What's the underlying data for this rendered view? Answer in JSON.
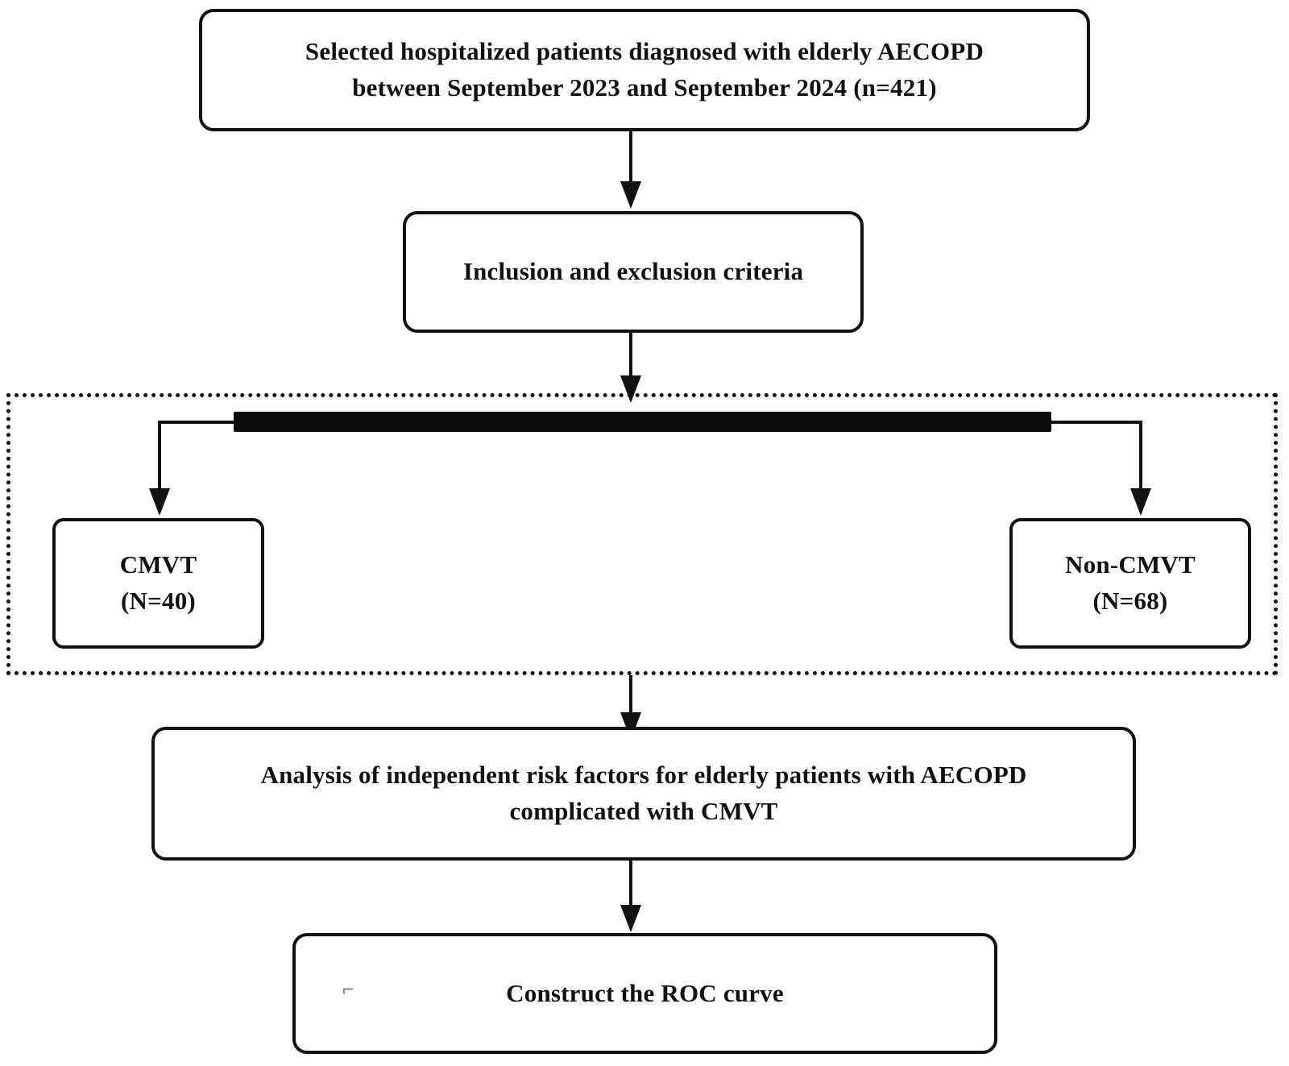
{
  "figure": {
    "type": "flowchart",
    "orientation": "top-to-bottom",
    "title": "Study enrollment and analysis flow diagram",
    "background_color": "#ffffff",
    "line_color": "#111111"
  },
  "nodes": {
    "cohort": {
      "id": "cohort",
      "shape": "rounded-rectangle",
      "text": "Selected hospitalized patients diagnosed with elderly AECOPD\nbetween September 2023 and September 2024 (n=421)",
      "count_label": "n=421",
      "count": 421
    },
    "criteria": {
      "id": "criteria",
      "shape": "rounded-rectangle",
      "text": "Inclusion and exclusion criteria"
    },
    "cmvt": {
      "id": "cmvt",
      "shape": "rounded-rectangle",
      "text": "CMVT\n(N=40)",
      "group_name": "CMVT",
      "count_label": "(N=40)",
      "count": 40
    },
    "non_cmvt": {
      "id": "non-cmvt",
      "shape": "rounded-rectangle",
      "text": "Non-CMVT\n(N=68)",
      "group_name": "Non-CMVT",
      "count_label": "(N=68)",
      "count": 68
    },
    "analysis": {
      "id": "analysis",
      "shape": "rounded-rectangle",
      "text": "Analysis of independent risk factors for elderly patients with AECOPD\ncomplicated with CMVT"
    },
    "roc": {
      "id": "roc",
      "shape": "rounded-rectangle",
      "text": "Construct the ROC curve",
      "stray_mark": "⌐"
    }
  },
  "group_box": {
    "id": "grouping-region",
    "border_style": "dotted",
    "label": "",
    "contains": [
      "cmvt",
      "non-cmvt"
    ]
  },
  "connectors": [
    {
      "id": "cohort-to-criteria",
      "from": "cohort",
      "to": "criteria",
      "style": "straight-arrow"
    },
    {
      "id": "criteria-to-split",
      "from": "criteria",
      "to": "grouping-region",
      "style": "straight-arrow"
    },
    {
      "id": "split-bar",
      "from": "grouping-region",
      "to": "cmvt,non-cmvt",
      "style": "thick-horizontal-bar"
    },
    {
      "id": "split-to-cmvt",
      "from": "split-bar",
      "to": "cmvt",
      "style": "elbow-arrow"
    },
    {
      "id": "split-to-non-cmvt",
      "from": "split-bar",
      "to": "non-cmvt",
      "style": "elbow-arrow"
    },
    {
      "id": "group-to-analysis",
      "from": "grouping-region",
      "to": "analysis",
      "style": "straight-arrow"
    },
    {
      "id": "analysis-to-roc",
      "from": "analysis",
      "to": "roc",
      "style": "straight-arrow"
    }
  ]
}
